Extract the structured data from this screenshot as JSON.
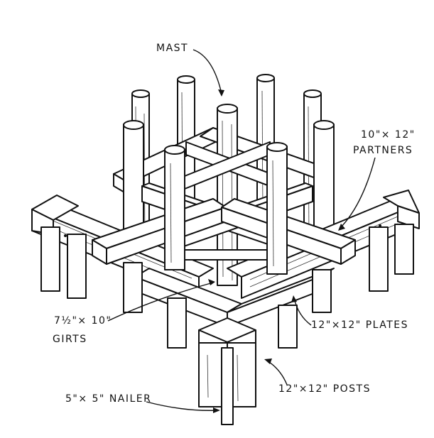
{
  "labels": {
    "mast": "MAST",
    "partners_size": "10\"× 12\"",
    "partners": "PARTNERS",
    "girts_size": "7½\"× 10\"",
    "girts": "GIRTS",
    "plates": "12\"×12\" PLATES",
    "posts": "12\"×12\" POSTS",
    "nailer": "5\"× 5\" NAILER"
  }
}
